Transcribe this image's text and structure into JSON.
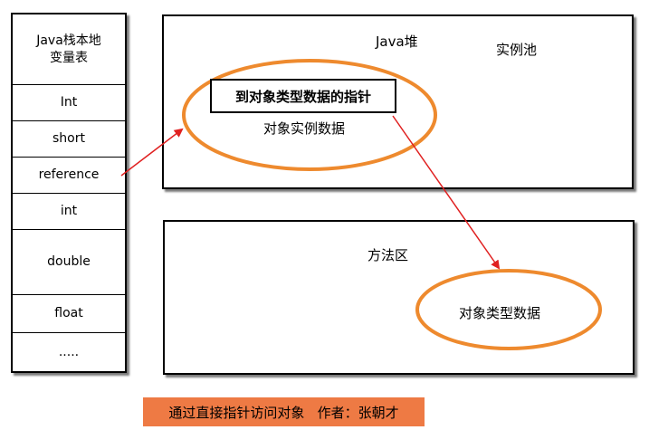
{
  "stack": {
    "title": "Java栈本地\n变量表",
    "rows": [
      "Int",
      "short",
      "reference",
      "int",
      "double",
      "float",
      "....."
    ]
  },
  "heap": {
    "title": "Java堆",
    "pool_label": "实例池",
    "pointer_label": "到对象类型数据的指针",
    "instance_label": "对象实例数据"
  },
  "method_area": {
    "title": "方法区",
    "type_data_label": "对象类型数据"
  },
  "caption": "通过直接指针访问对象   作者：张朝才",
  "colors": {
    "ellipse": "#ee8a2e",
    "arrow": "#e02020",
    "caption_bg": "#ee7a44"
  }
}
